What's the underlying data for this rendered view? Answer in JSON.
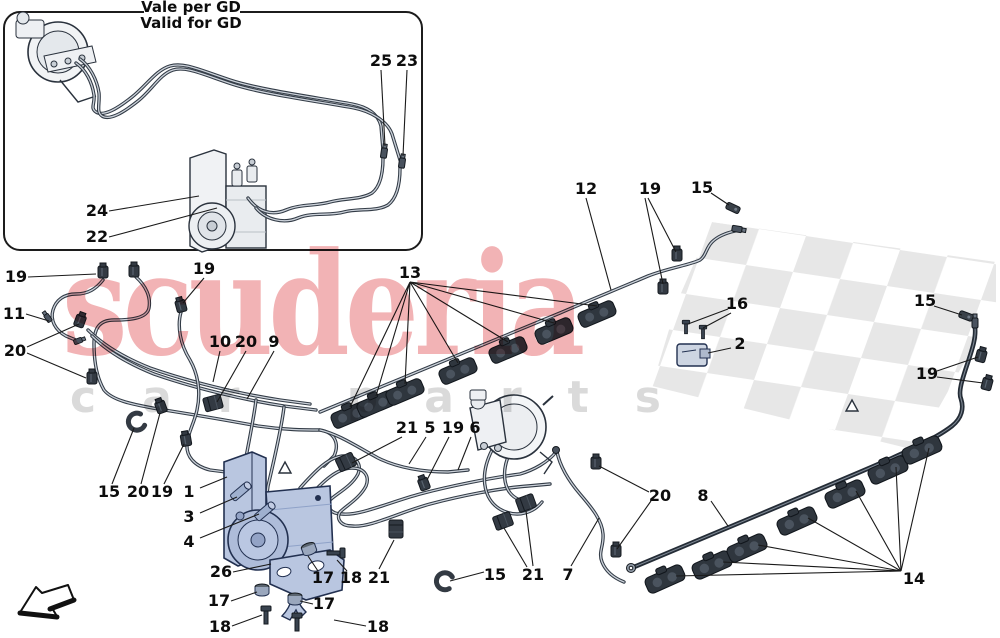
{
  "watermark": {
    "brand": "scuderia",
    "subtitle": "car parts",
    "brand_color": "#f2b3b5",
    "subtitle_color": "#dadada"
  },
  "inset": {
    "title_it": "Vale per GD",
    "title_en": "Valid for GD"
  },
  "labels": {
    "1": "1",
    "2": "2",
    "3": "3",
    "4": "4",
    "5": "5",
    "6": "6",
    "7": "7",
    "8": "8",
    "9": "9",
    "10": "10",
    "11": "11",
    "12": "12",
    "13": "13",
    "14": "14",
    "15": "15",
    "16": "16",
    "17": "17",
    "18": "18",
    "19": "19",
    "20": "20",
    "21": "21",
    "22": "22",
    "23": "23",
    "24": "24",
    "25": "25",
    "26": "26"
  },
  "colors": {
    "line_dark": "#2a323d",
    "abs_unit_blue": "#b9c6e0",
    "flag_gray": "#e7e7e7",
    "watermark_pink": "#f2b3b5",
    "watermark_gray": "#dadada"
  }
}
